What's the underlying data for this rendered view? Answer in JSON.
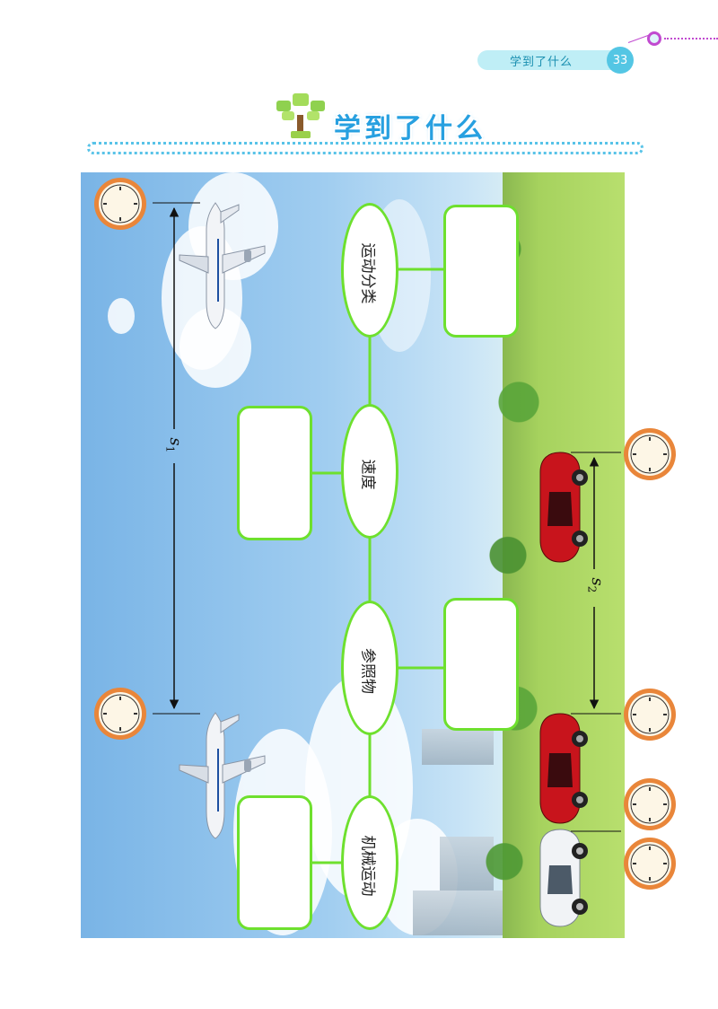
{
  "header": {
    "section_label": "学到了什么",
    "page_number": "33",
    "accent_color": "#54c6e4"
  },
  "title": {
    "text": "学到了什么",
    "icon": "tree-icon"
  },
  "concept_map": {
    "nodes": [
      {
        "label": "机械运动"
      },
      {
        "label": "参照物"
      },
      {
        "label": "速度"
      },
      {
        "label": "运动分类"
      }
    ],
    "line_color": "#6ee02e"
  },
  "scene": {
    "distance_labels": [
      {
        "symbol": "s",
        "sub": "1"
      },
      {
        "symbol": "s",
        "sub": "2"
      }
    ],
    "icons": [
      "clock-icon",
      "airplane-icon",
      "red-car-icon",
      "white-car-icon"
    ]
  }
}
